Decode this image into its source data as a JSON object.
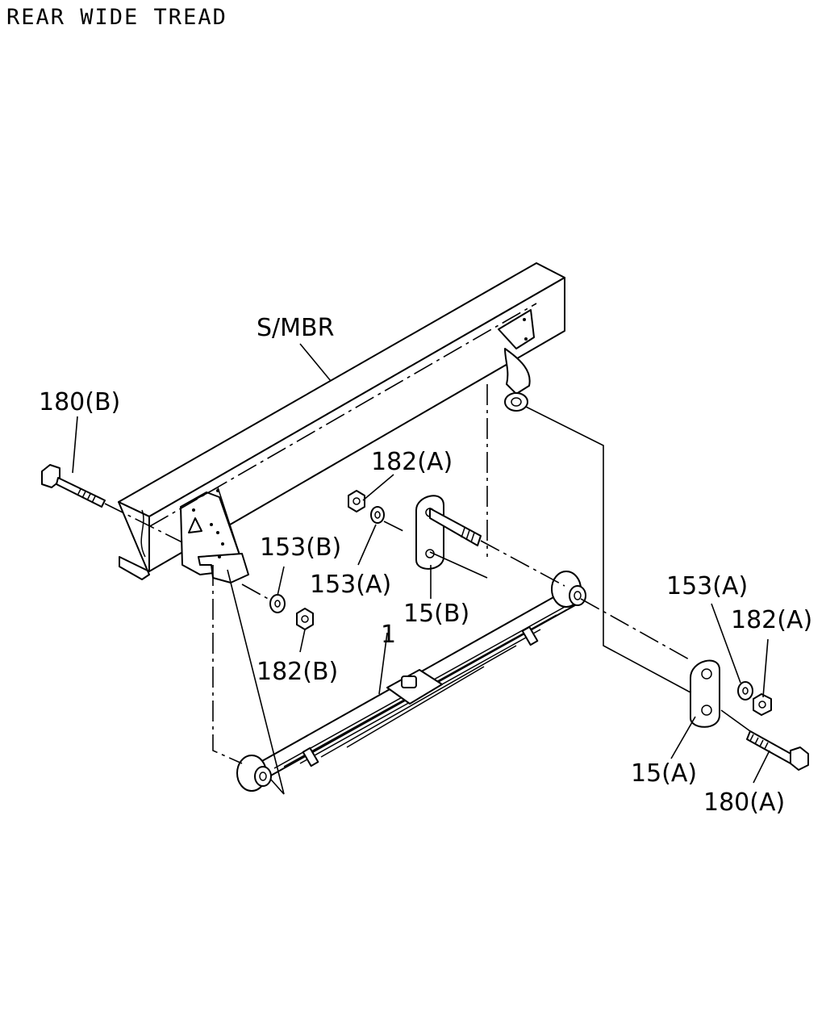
{
  "title": "REAR WIDE TREAD",
  "callouts": {
    "s_mbr": "S/MBR",
    "p180b": "180(B)",
    "p182a_top": "182(A)",
    "p153b": "153(B)",
    "p153a_mid": "153(A)",
    "p15b": "15(B)",
    "p182b": "182(B)",
    "p1": "1",
    "p153a_right": "153(A)",
    "p182a_right": "182(A)",
    "p15a": "15(A)",
    "p180a": "180(A)"
  }
}
